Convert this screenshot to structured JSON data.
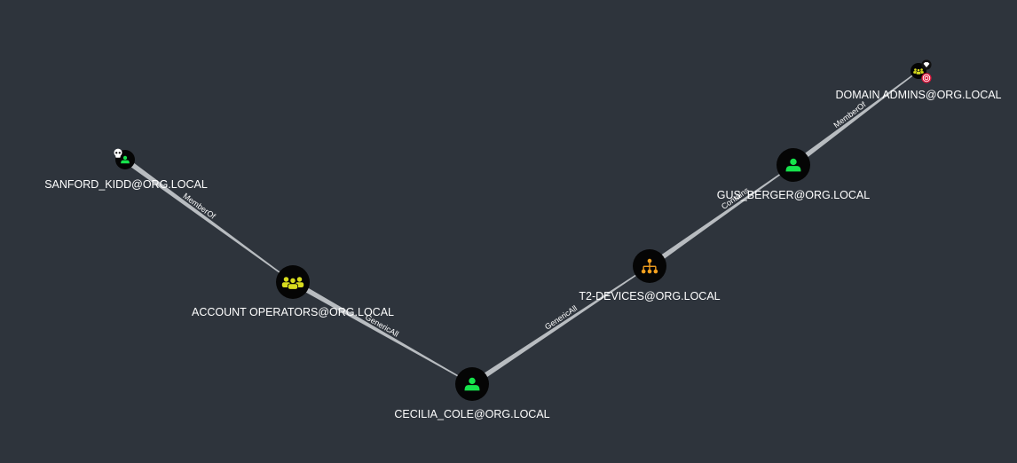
{
  "graph": {
    "nodes": {
      "sanford": {
        "label": "SANFORD_KIDD@ORG.LOCAL",
        "kind": "user",
        "icon": "user-icon",
        "badge": "skull-icon"
      },
      "account_ops": {
        "label": "ACCOUNT OPERATORS@ORG.LOCAL",
        "kind": "group",
        "icon": "group-icon"
      },
      "cecilia": {
        "label": "CECILIA_COLE@ORG.LOCAL",
        "kind": "user",
        "icon": "user-icon"
      },
      "t2_devices": {
        "label": "T2-DEVICES@ORG.LOCAL",
        "kind": "ou",
        "icon": "org-unit-icon"
      },
      "gus": {
        "label": "GUS_BERGER@ORG.LOCAL",
        "kind": "user",
        "icon": "user-icon"
      },
      "domain_admins": {
        "label": "DOMAIN ADMINS@ORG.LOCAL",
        "kind": "group",
        "icon": "group-icon",
        "badges": [
          "gem-icon",
          "target-icon"
        ]
      }
    },
    "edges": [
      {
        "from": "sanford",
        "to": "account_ops",
        "label": "MemberOf"
      },
      {
        "from": "account_ops",
        "to": "cecilia",
        "label": "GenericAll"
      },
      {
        "from": "cecilia",
        "to": "t2_devices",
        "label": "GenericAll"
      },
      {
        "from": "t2_devices",
        "to": "gus",
        "label": "Contains"
      },
      {
        "from": "gus",
        "to": "domain_admins",
        "label": "MemberOf"
      }
    ]
  },
  "colors": {
    "background": "#2e343c",
    "edge": "#b8bcc0",
    "node_circle": "#050505",
    "user": "#16e34c",
    "group": "#d8dc1e",
    "ou": "#f4a11f",
    "target_badge": "#d9163b",
    "label_text": "#ffffff"
  }
}
